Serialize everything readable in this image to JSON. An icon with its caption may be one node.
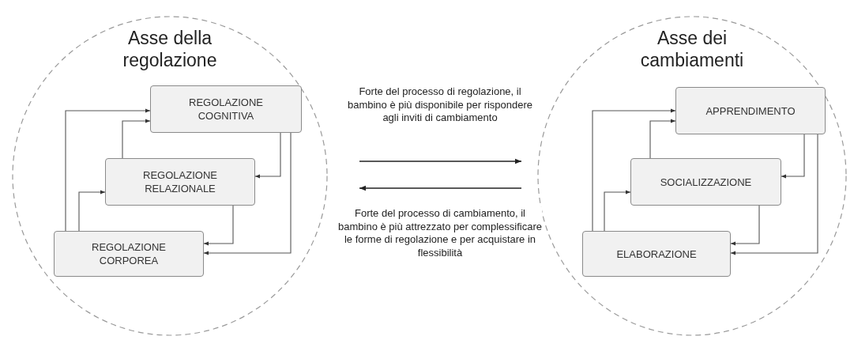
{
  "diagram": {
    "nodes": [
      {
        "text": [
          "Asse della regolazione"
        ]
      },
      {
        "text": [
          "REGOLAZIONE COGNITIVA"
        ],
        "in": 0
      },
      {
        "text": [
          "REGOLAZIONE RELAZIONALE"
        ],
        "in": 0
      },
      {
        "text": [
          "REGOLAZIONE CORPOREA"
        ],
        "in": 0
      },
      {
        "text": [
          "Asse dei cambiamenti"
        ]
      },
      {
        "text": [
          "APPRENDIMENTO"
        ],
        "in": 4
      },
      {
        "text": [
          "SOCIALIZZAZIONE"
        ],
        "in": 4
      },
      {
        "text": [
          "ELABORAZIONE"
        ],
        "in": 4
      }
    ],
    "edges": [
      {
        "from": 3,
        "to": 1,
        "arrow": "to"
      },
      {
        "from": 2,
        "to": 1,
        "arrow": "to"
      },
      {
        "from": 1,
        "to": 2,
        "arrow": "to"
      },
      {
        "from": 1,
        "to": 3,
        "arrow": "to"
      },
      {
        "from": 2,
        "to": 3,
        "arrow": "to"
      },
      {
        "from": 3,
        "to": 2,
        "arrow": "to"
      },
      {
        "from": 7,
        "to": 5,
        "arrow": "to"
      },
      {
        "from": 6,
        "to": 5,
        "arrow": "to"
      },
      {
        "from": 5,
        "to": 6,
        "arrow": "to"
      },
      {
        "from": 5,
        "to": 7,
        "arrow": "to"
      },
      {
        "from": 6,
        "to": 7,
        "arrow": "to"
      },
      {
        "from": 7,
        "to": 6,
        "arrow": "to"
      },
      {
        "from": 0,
        "to": 4,
        "arrow": "to",
        "label": "Forte del processo di regolazione, il bambino è più disponibile per rispondere agli inviti di cambiamento"
      },
      {
        "from": 4,
        "to": 0,
        "arrow": "to",
        "label": "Forte del processo di cambiamento, il bambino è più attrezzato per complessificare le forme di regolazione e per acquistare in flessibilità"
      }
    ]
  }
}
